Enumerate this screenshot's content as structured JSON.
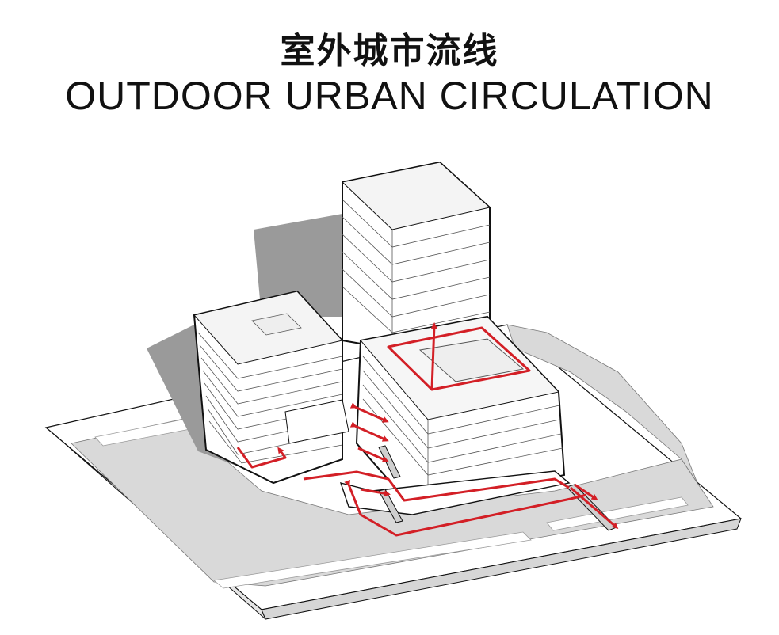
{
  "title": {
    "cn": "室外城市流线",
    "en": "OUTDOOR URBAN CIRCULATION"
  },
  "colors": {
    "circulation": "#d31f26",
    "shadow": "#9a9a9a",
    "ground": "#d9d9d9",
    "building": "#ffffff",
    "outline": "#111111"
  },
  "diagram": {
    "components": [
      "site-ground",
      "road",
      "tower",
      "west-block",
      "podium",
      "escalators",
      "circulation-routes"
    ]
  }
}
